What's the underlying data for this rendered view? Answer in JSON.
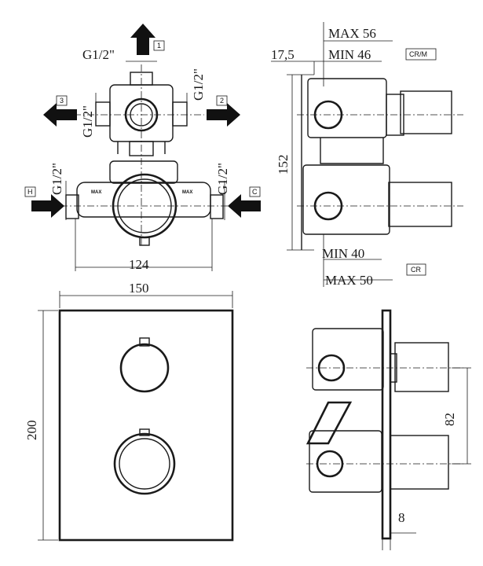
{
  "views": {
    "top_left": {
      "thread_top": "G1/2\"",
      "thread_right_upper": "G1/2\"",
      "thread_left_upper": "G1/2\"",
      "thread_left_lower": "G1/2\"",
      "thread_right_lower": "G1/2\"",
      "port_1": "1",
      "port_2": "2",
      "port_3": "3",
      "port_hot": "H",
      "port_cold": "C",
      "max_mark": "MAX",
      "width_dim": "124"
    },
    "top_right": {
      "max_depth": "MAX 56",
      "min_depth": "MIN 46",
      "offset": "17,5",
      "height": "152",
      "min_bottom": "MIN 40",
      "max_bottom": "MAX 50",
      "tag_crm": "CR/M",
      "tag_cr": "CR"
    },
    "bottom_left": {
      "width": "150",
      "height": "200"
    },
    "bottom_right": {
      "spacing": "82",
      "plate": "8"
    }
  }
}
